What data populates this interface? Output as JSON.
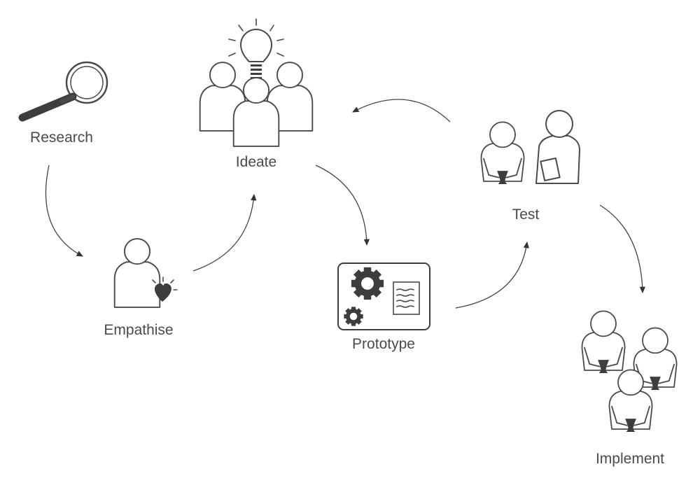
{
  "stages": {
    "research": "Research",
    "empathise": "Empathise",
    "ideate": "Ideate",
    "prototype": "Prototype",
    "test": "Test",
    "implement": "Implement"
  },
  "colors": {
    "stroke": "#4a4a4a",
    "fill": "#ffffff",
    "dark": "#3d3d3d",
    "text": "#4a4a4a"
  }
}
